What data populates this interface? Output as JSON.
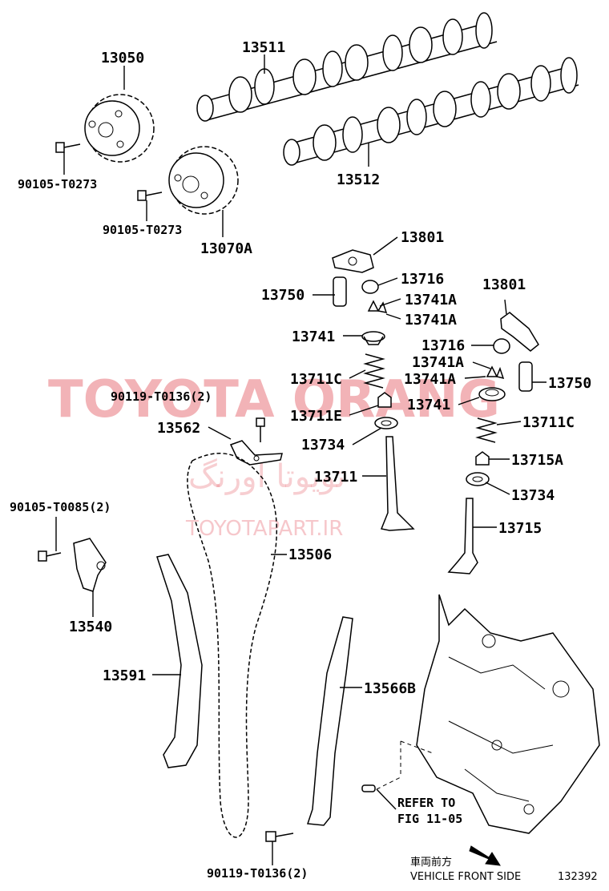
{
  "labels": {
    "p13050": "13050",
    "p13511": "13511",
    "p13512": "13512",
    "p90105_T0273_a": "90105-T0273",
    "p90105_T0273_b": "90105-T0273",
    "p13070A": "13070A",
    "p13801_a": "13801",
    "p13716_a": "13716",
    "p13750_a": "13750",
    "p13741A_a": "13741A",
    "p13741A_b": "13741A",
    "p13741_a": "13741",
    "p13711C_a": "13711C",
    "p13711E": "13711E",
    "p13734_a": "13734",
    "p13711": "13711",
    "p90119_T0136_top": "90119-T0136(2)",
    "p13562": "13562",
    "p13801_b": "13801",
    "p13716_b": "13716",
    "p13741A_c": "13741A",
    "p13741A_d": "13741A",
    "p13750_b": "13750",
    "p13741_b": "13741",
    "p13711C_b": "13711C",
    "p13715A": "13715A",
    "p13734_b": "13734",
    "p13715": "13715",
    "p90105_T0085": "90105-T0085(2)",
    "p13506": "13506",
    "p13540": "13540",
    "p13591": "13591",
    "p13566B": "13566B",
    "p90119_T0136_bottom": "90119-T0136(2)"
  },
  "refer_line1": "REFER TO",
  "refer_line2": "FIG 11-05",
  "vehicle_front_jp": "車両前方",
  "vehicle_front_en": "VEHICLE FRONT SIDE",
  "figure_number": "132392",
  "watermark": {
    "main": "TOYOTA ORANG",
    "farsi": "تویوتا اورنگ",
    "site": "TOYOTAPART.IR"
  }
}
